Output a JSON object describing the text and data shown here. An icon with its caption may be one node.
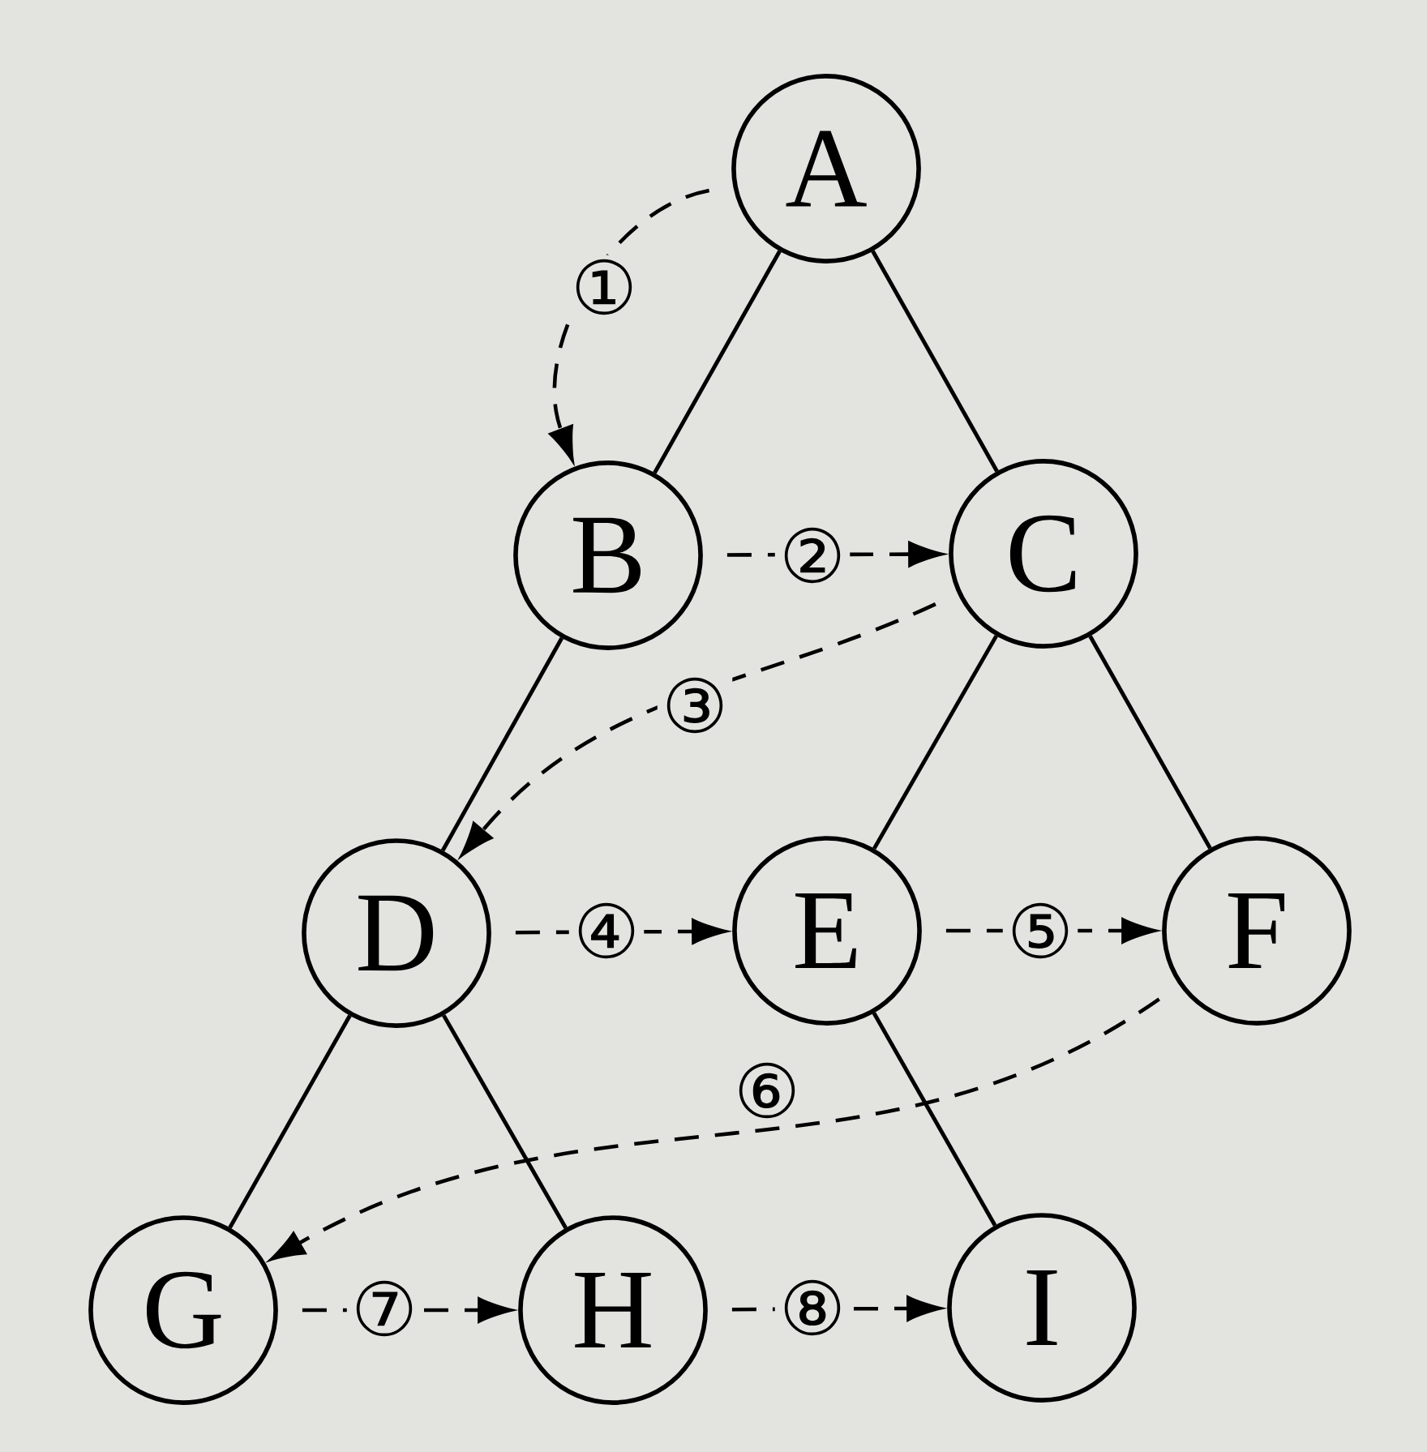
{
  "diagram": {
    "nodes": [
      {
        "text": [
          "A"
        ]
      },
      {
        "text": [
          "B"
        ]
      },
      {
        "text": [
          "C"
        ]
      },
      {
        "text": [
          "D"
        ]
      },
      {
        "text": [
          "E"
        ]
      },
      {
        "text": [
          "F"
        ]
      },
      {
        "text": [
          "G"
        ]
      },
      {
        "text": [
          "H"
        ]
      },
      {
        "text": [
          "I"
        ]
      }
    ],
    "edges": [
      {
        "from": 0,
        "to": 1,
        "arrow": "none"
      },
      {
        "from": 0,
        "to": 2,
        "arrow": "none"
      },
      {
        "from": 1,
        "to": 3,
        "arrow": "none"
      },
      {
        "from": 2,
        "to": 4,
        "arrow": "none"
      },
      {
        "from": 2,
        "to": 5,
        "arrow": "none"
      },
      {
        "from": 3,
        "to": 6,
        "arrow": "none"
      },
      {
        "from": 3,
        "to": 7,
        "arrow": "none"
      },
      {
        "from": 4,
        "to": 8,
        "arrow": "none"
      },
      {
        "from": 0,
        "to": 1,
        "arrow": "to",
        "style": "dashed",
        "label": "①"
      },
      {
        "from": 1,
        "to": 2,
        "arrow": "to",
        "style": "dashed",
        "label": "②"
      },
      {
        "from": 2,
        "to": 3,
        "arrow": "to",
        "style": "dashed",
        "label": "③"
      },
      {
        "from": 3,
        "to": 4,
        "arrow": "to",
        "style": "dashed",
        "label": "④"
      },
      {
        "from": 4,
        "to": 5,
        "arrow": "to",
        "style": "dashed",
        "label": "⑤"
      },
      {
        "from": 5,
        "to": 6,
        "arrow": "to",
        "style": "dashed",
        "label": "⑥"
      },
      {
        "from": 6,
        "to": 7,
        "arrow": "to",
        "style": "dashed",
        "label": "⑦"
      },
      {
        "from": 7,
        "to": 8,
        "arrow": "to",
        "style": "dashed",
        "label": "⑧"
      }
    ]
  }
}
